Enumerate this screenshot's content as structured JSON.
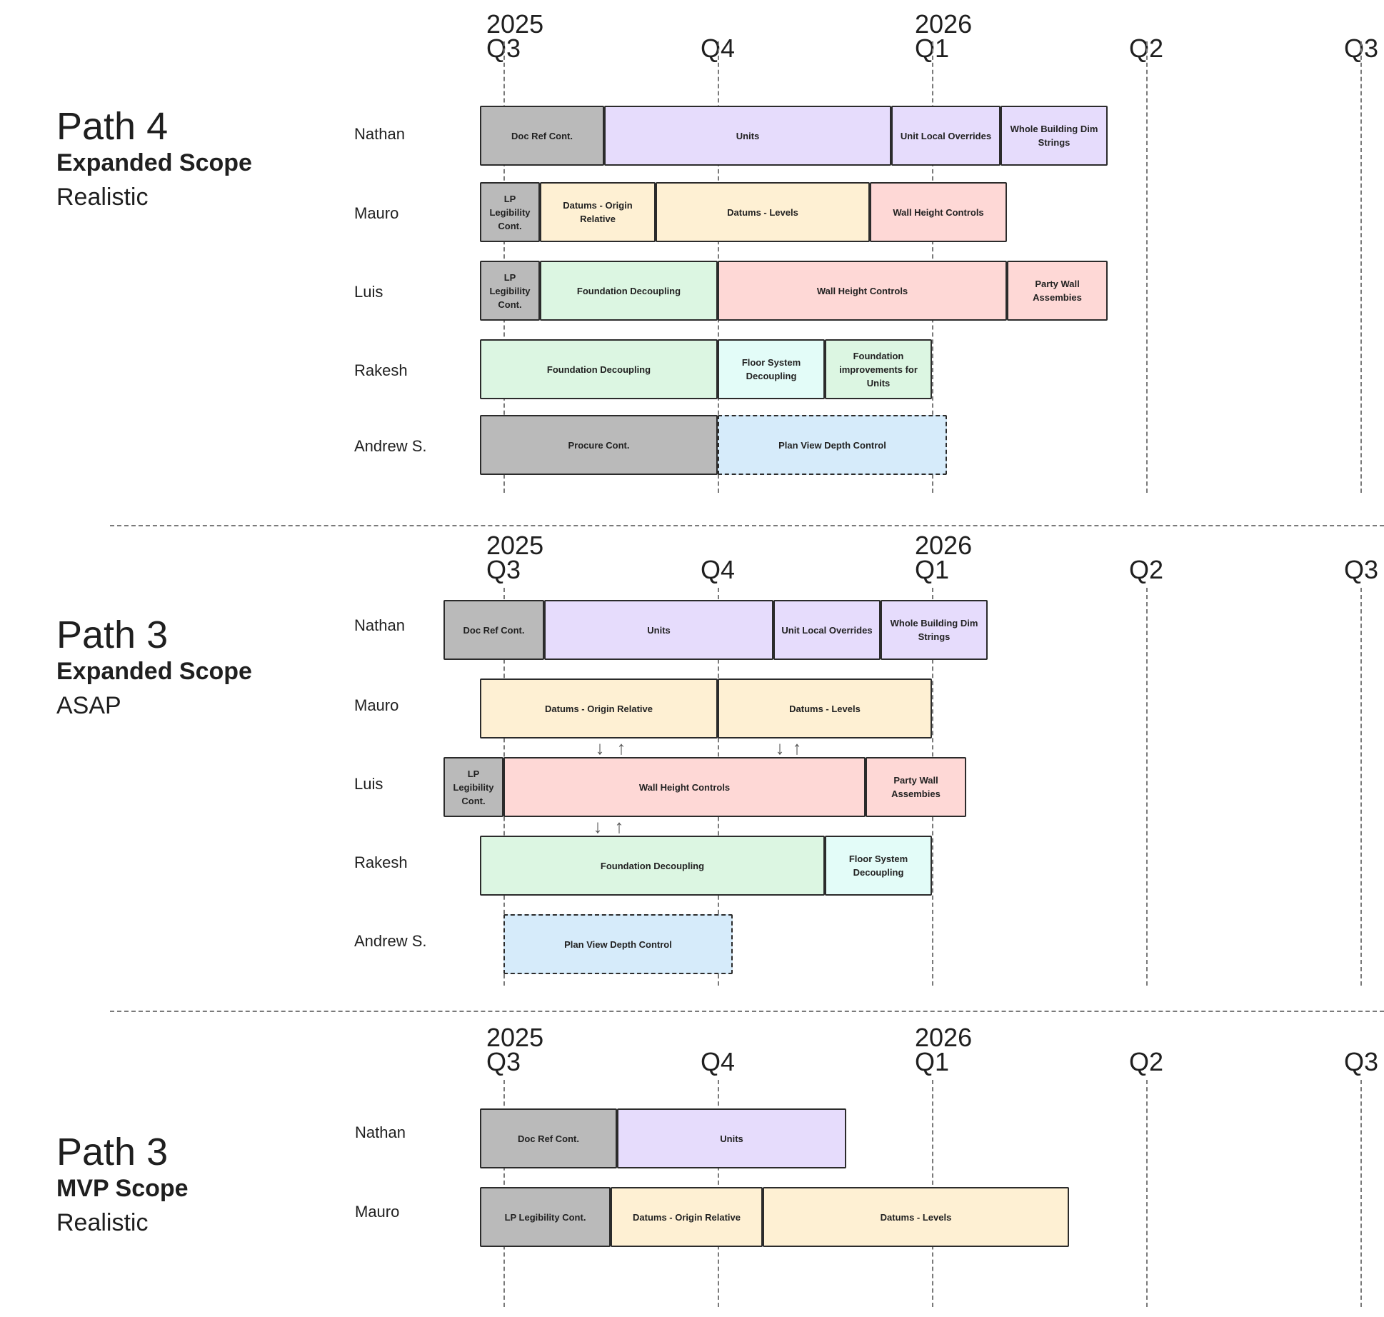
{
  "colors": {
    "gray": "#bababa",
    "purple": "#e6dcfc",
    "yellow": "#fef0d3",
    "red": "#fed8d6",
    "green": "#dcf6e2",
    "cyan": "#e3fcf8",
    "blue": "#d6ebfa"
  },
  "sections": [
    {
      "id": "path4-expanded-realistic",
      "path": "Path 4",
      "scope": "Expanded Scope",
      "pace": "Realistic",
      "quarters": [
        {
          "year": "2025",
          "label": "Q3"
        },
        {
          "year": "",
          "label": "Q4"
        },
        {
          "year": "2026",
          "label": "Q1"
        },
        {
          "year": "",
          "label": "Q2"
        },
        {
          "year": "",
          "label": "Q3"
        }
      ],
      "rows": [
        {
          "person": "Nathan",
          "tasks": [
            {
              "label": "Doc Ref Cont.",
              "color": "gray",
              "start": -0.11,
              "end": 0.47
            },
            {
              "label": "Units",
              "color": "purple",
              "start": 0.47,
              "end": 1.81
            },
            {
              "label": "Unit Local Overrides",
              "color": "purple",
              "start": 1.81,
              "end": 2.32
            },
            {
              "label": "Whole Building Dim Strings",
              "color": "purple",
              "start": 2.32,
              "end": 2.82
            }
          ]
        },
        {
          "person": "Mauro",
          "tasks": [
            {
              "label": "LP Legibility Cont.",
              "color": "gray",
              "start": -0.11,
              "end": 0.17
            },
            {
              "label": "Datums - Origin Relative",
              "color": "yellow",
              "start": 0.17,
              "end": 0.71
            },
            {
              "label": "Datums - Levels",
              "color": "yellow",
              "start": 0.71,
              "end": 1.71
            },
            {
              "label": "Wall Height Controls",
              "color": "red",
              "start": 1.71,
              "end": 2.35
            }
          ]
        },
        {
          "person": "Luis",
          "tasks": [
            {
              "label": "LP Legibility Cont.",
              "color": "gray",
              "start": -0.11,
              "end": 0.17
            },
            {
              "label": "Foundation Decoupling",
              "color": "green",
              "start": 0.17,
              "end": 1.0
            },
            {
              "label": "Wall Height Controls",
              "color": "red",
              "start": 1.0,
              "end": 2.35
            },
            {
              "label": "Party Wall Assembies",
              "color": "red",
              "start": 2.35,
              "end": 2.82
            }
          ]
        },
        {
          "person": "Rakesh",
          "tasks": [
            {
              "label": "Foundation Decoupling",
              "color": "green",
              "start": -0.11,
              "end": 1.0
            },
            {
              "label": "Floor System Decoupling",
              "color": "cyan",
              "start": 1.0,
              "end": 1.5
            },
            {
              "label": "Foundation improvements for Units",
              "color": "green",
              "start": 1.5,
              "end": 2.0
            }
          ]
        },
        {
          "person": "Andrew S.",
          "tasks": [
            {
              "label": "Procure Cont.",
              "color": "gray",
              "start": -0.11,
              "end": 1.0
            },
            {
              "label": "Plan View Depth Control",
              "color": "blue",
              "start": 1.0,
              "end": 2.07,
              "dashed": true
            }
          ]
        }
      ]
    },
    {
      "id": "path3-expanded-asap",
      "path": "Path 3",
      "scope": "Expanded Scope",
      "pace": "ASAP",
      "quarters": [
        {
          "year": "2025",
          "label": "Q3"
        },
        {
          "year": "",
          "label": "Q4"
        },
        {
          "year": "2026",
          "label": "Q1"
        },
        {
          "year": "",
          "label": "Q2"
        },
        {
          "year": "",
          "label": "Q3"
        }
      ],
      "rows": [
        {
          "person": "Nathan",
          "tasks": [
            {
              "label": "Doc Ref Cont.",
              "color": "gray",
              "start": -0.28,
              "end": 0.19
            },
            {
              "label": "Units",
              "color": "purple",
              "start": 0.19,
              "end": 1.26
            },
            {
              "label": "Unit Local Overrides",
              "color": "purple",
              "start": 1.26,
              "end": 1.76
            },
            {
              "label": "Whole Building Dim Strings",
              "color": "purple",
              "start": 1.76,
              "end": 2.26
            }
          ]
        },
        {
          "person": "Mauro",
          "tasks": [
            {
              "label": "Datums - Origin Relative",
              "color": "yellow",
              "start": -0.11,
              "end": 1.0
            },
            {
              "label": "Datums - Levels",
              "color": "yellow",
              "start": 1.0,
              "end": 2.0
            }
          ]
        },
        {
          "person": "Luis",
          "tasks": [
            {
              "label": "LP Legibility Cont.",
              "color": "gray",
              "start": -0.28,
              "end": 0.0
            },
            {
              "label": "Wall Height Controls",
              "color": "red",
              "start": 0.0,
              "end": 1.69
            },
            {
              "label": "Party Wall Assembies",
              "color": "red",
              "start": 1.69,
              "end": 2.16
            }
          ]
        },
        {
          "person": "Rakesh",
          "tasks": [
            {
              "label": "Foundation Decoupling",
              "color": "green",
              "start": -0.11,
              "end": 1.5
            },
            {
              "label": "Floor System Decoupling",
              "color": "cyan",
              "start": 1.5,
              "end": 2.0
            }
          ]
        },
        {
          "person": "Andrew S.",
          "tasks": [
            {
              "label": "Plan View Depth Control",
              "color": "blue",
              "start": 0.0,
              "end": 1.07,
              "dashed": true
            }
          ]
        }
      ],
      "arrows": [
        {
          "below_row": 1,
          "at": 0.45,
          "dir": "down"
        },
        {
          "below_row": 1,
          "at": 0.55,
          "dir": "up"
        },
        {
          "below_row": 1,
          "at": 1.29,
          "dir": "down"
        },
        {
          "below_row": 1,
          "at": 1.37,
          "dir": "up"
        },
        {
          "below_row": 2,
          "at": 0.44,
          "dir": "down"
        },
        {
          "below_row": 2,
          "at": 0.54,
          "dir": "up"
        }
      ]
    },
    {
      "id": "path3-mvp-realistic",
      "path": "Path 3",
      "scope": "MVP Scope",
      "pace": "Realistic",
      "quarters": [
        {
          "year": "2025",
          "label": "Q3"
        },
        {
          "year": "",
          "label": "Q4"
        },
        {
          "year": "2026",
          "label": "Q1"
        },
        {
          "year": "",
          "label": "Q2"
        },
        {
          "year": "",
          "label": "Q3"
        }
      ],
      "rows": [
        {
          "person": "Nathan",
          "tasks": [
            {
              "label": "Doc Ref Cont.",
              "color": "gray",
              "start": -0.11,
              "end": 0.53
            },
            {
              "label": "Units",
              "color": "purple",
              "start": 0.53,
              "end": 1.6
            }
          ]
        },
        {
          "person": "Mauro",
          "tasks": [
            {
              "label": "LP Legibility Cont.",
              "color": "gray",
              "start": -0.11,
              "end": 0.5
            },
            {
              "label": "Datums - Origin Relative",
              "color": "yellow",
              "start": 0.5,
              "end": 1.21
            },
            {
              "label": "Datums - Levels",
              "color": "yellow",
              "start": 1.21,
              "end": 2.64
            }
          ]
        }
      ]
    }
  ]
}
